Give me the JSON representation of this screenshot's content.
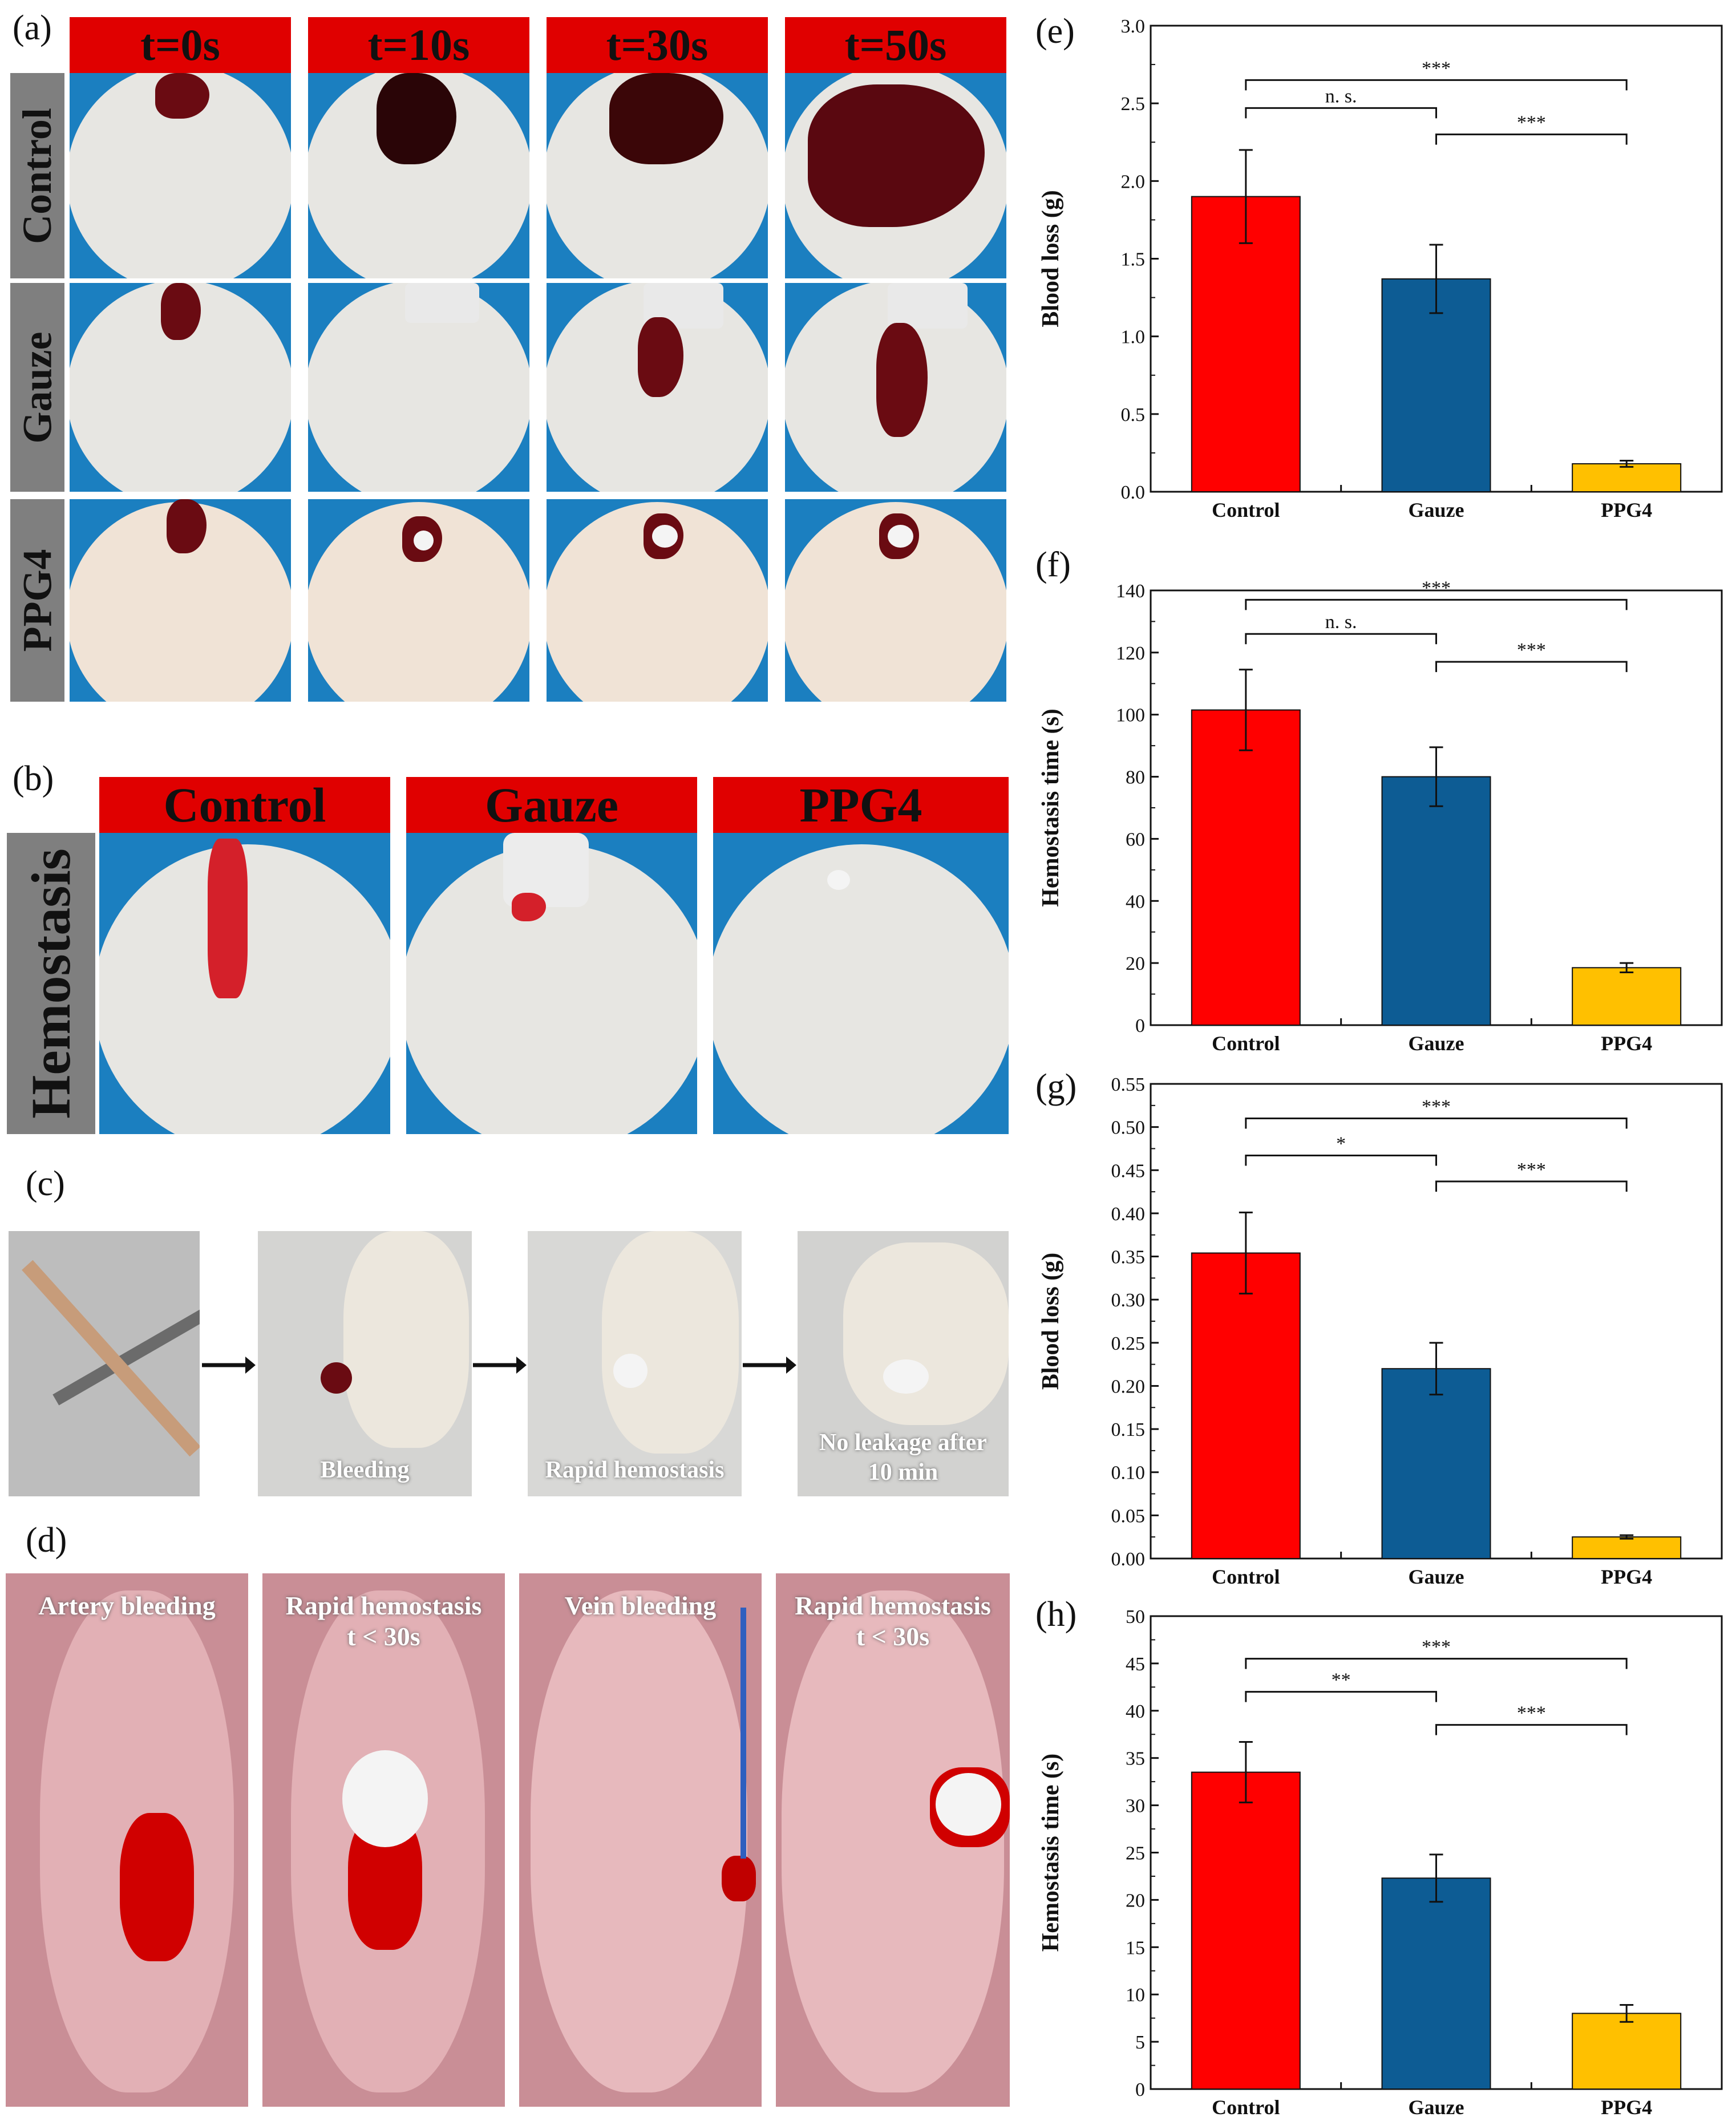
{
  "panel_a": {
    "label": "(a)",
    "time_headers": [
      "t=0s",
      "t=10s",
      "t=30s",
      "t=50s"
    ],
    "rows": [
      "Control",
      "Gauze",
      "PPG4"
    ]
  },
  "panel_b": {
    "label": "(b)",
    "headers": [
      "Control",
      "Gauze",
      "PPG4"
    ],
    "row_label": "Hemostasis"
  },
  "panel_c": {
    "label": "(c)",
    "captions": [
      "",
      "Bleeding",
      "Rapid hemostasis",
      "No leakage after\n10 min"
    ]
  },
  "panel_d": {
    "label": "(d)",
    "captions": [
      "Artery bleeding",
      "Rapid hemostasis\nt < 30s",
      "Vein bleeding",
      "Rapid hemostasis\nt < 30s"
    ]
  },
  "colors": {
    "control": "#ff0000",
    "gauze": "#0d5c94",
    "ppg4": "#ffc000",
    "header_red": "#e00000",
    "row_gray": "#7f7f7f"
  },
  "chart_data": [
    {
      "type": "bar",
      "panel": "(e)",
      "categories": [
        "Control",
        "Gauze",
        "PPG4"
      ],
      "values": [
        1.9,
        1.37,
        0.18
      ],
      "errors": [
        0.3,
        0.22,
        0.02
      ],
      "ylabel": "Blood loss (g)",
      "ylim": [
        0,
        3.0
      ],
      "yticks": [
        0.0,
        0.5,
        1.0,
        1.5,
        2.0,
        2.5,
        3.0
      ],
      "tick_labels": [
        "0.0",
        "0.5",
        "1.0",
        "1.5",
        "2.0",
        "2.5",
        "3.0"
      ],
      "significance": [
        {
          "from": 0,
          "to": 1,
          "label": "n. s.",
          "y": 2.47
        },
        {
          "from": 1,
          "to": 2,
          "label": "***",
          "y": 2.3
        },
        {
          "from": 0,
          "to": 2,
          "label": "***",
          "y": 2.65
        }
      ]
    },
    {
      "type": "bar",
      "panel": "(f)",
      "categories": [
        "Control",
        "Gauze",
        "PPG4"
      ],
      "values": [
        101.5,
        80,
        18.5
      ],
      "errors": [
        13,
        9.5,
        1.5
      ],
      "ylabel": "Hemostasis time (s)",
      "ylim": [
        0,
        140
      ],
      "yticks": [
        0,
        20,
        40,
        60,
        80,
        100,
        120,
        140
      ],
      "tick_labels": [
        "0",
        "20",
        "40",
        "60",
        "80",
        "100",
        "120",
        "140"
      ],
      "significance": [
        {
          "from": 0,
          "to": 1,
          "label": "n. s.",
          "y": 126
        },
        {
          "from": 1,
          "to": 2,
          "label": "***",
          "y": 117
        },
        {
          "from": 0,
          "to": 2,
          "label": "***",
          "y": 137
        }
      ]
    },
    {
      "type": "bar",
      "panel": "(g)",
      "categories": [
        "Control",
        "Gauze",
        "PPG4"
      ],
      "values": [
        0.354,
        0.22,
        0.025
      ],
      "errors": [
        0.047,
        0.03,
        0.002
      ],
      "ylabel": "Blood loss (g)",
      "ylim": [
        0,
        0.55
      ],
      "yticks": [
        0.0,
        0.05,
        0.1,
        0.15,
        0.2,
        0.25,
        0.3,
        0.35,
        0.4,
        0.45,
        0.5,
        0.55
      ],
      "tick_labels": [
        "0.00",
        "0.05",
        "0.10",
        "0.15",
        "0.20",
        "0.25",
        "0.30",
        "0.35",
        "0.40",
        "0.45",
        "0.50",
        "0.55"
      ],
      "significance": [
        {
          "from": 0,
          "to": 1,
          "label": "*",
          "y": 0.467
        },
        {
          "from": 1,
          "to": 2,
          "label": "***",
          "y": 0.437
        },
        {
          "from": 0,
          "to": 2,
          "label": "***",
          "y": 0.51
        }
      ]
    },
    {
      "type": "bar",
      "panel": "(h)",
      "categories": [
        "Control",
        "Gauze",
        "PPG4"
      ],
      "values": [
        33.5,
        22.3,
        8.0
      ],
      "errors": [
        3.2,
        2.5,
        0.9
      ],
      "ylabel": "Hemostasis time (s)",
      "ylim": [
        0,
        50
      ],
      "yticks": [
        0,
        5,
        10,
        15,
        20,
        25,
        30,
        35,
        40,
        45,
        50
      ],
      "tick_labels": [
        "0",
        "5",
        "10",
        "15",
        "20",
        "25",
        "30",
        "35",
        "40",
        "45",
        "50"
      ],
      "significance": [
        {
          "from": 0,
          "to": 1,
          "label": "**",
          "y": 42
        },
        {
          "from": 1,
          "to": 2,
          "label": "***",
          "y": 38.5
        },
        {
          "from": 0,
          "to": 2,
          "label": "***",
          "y": 45.5
        }
      ]
    }
  ]
}
